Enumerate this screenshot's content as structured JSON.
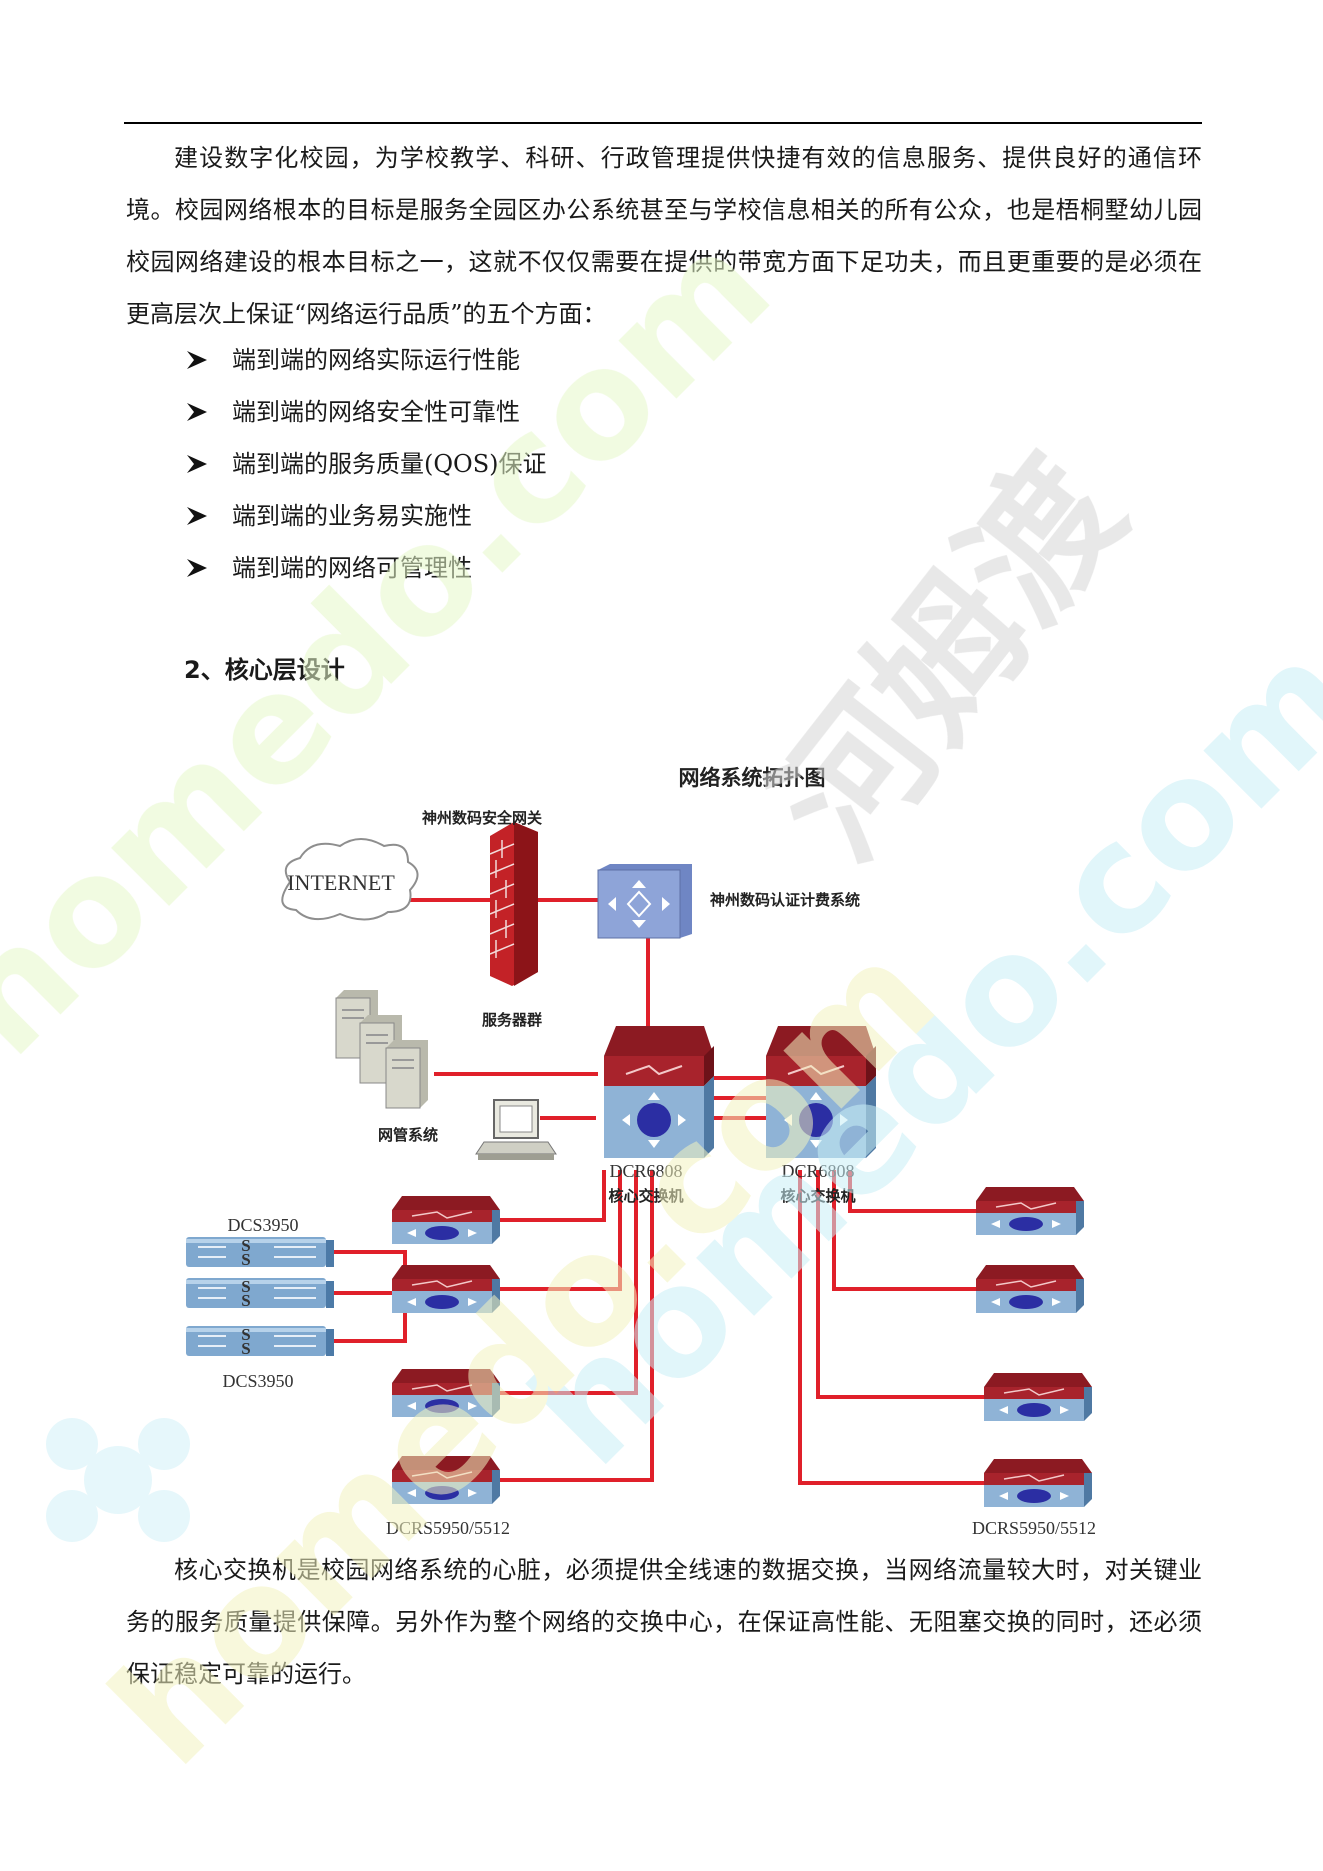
{
  "paragraphs": [
    "建设数字化校园，为学校教学、科研、行政管理提供快捷有效的信息服务、提供良好的通信环境。校园网络根本的目标是服务全园区办公系统甚至与学校信息相关的所有公众，也是梧桐墅幼儿园校园网络建设的根本目标之一，这就不仅仅需要在提供的带宽方面下足功夫，而且更重要的是必须在更高层次上保证“网络运行品质”的五个方面：",
    "核心交换机是校园网络系统的心脏，必须提供全线速的数据交换，当网络流量较大时，对关键业务的服务质量提供保障。另外作为整个网络的交换中心，在保证高性能、无阻塞交换的同时，还必须保证稳定可靠的运行。"
  ],
  "bullets": [
    "端到端的网络实际运行性能",
    "端到端的网络安全性可靠性",
    "端到端的服务质量(QOS)保证",
    "端到端的业务易实施性",
    "端到端的网络可管理性"
  ],
  "section_heading": "2、核心层设计",
  "diagram": {
    "title": "网络系统拓扑图",
    "gateway_label": "神州数码安全网关",
    "internet_label": "INTERNET",
    "auth_label": "神州数码认证计费系统",
    "server_label": "服务器群",
    "nms_label": "网管系统",
    "core_left_model": "DCR6808",
    "core_left_label": "核心交换机",
    "core_right_model": "DCR6808",
    "core_right_label": "核心交换机",
    "dcs_top_label": "DCS3950",
    "dcs_bottom_label": "DCS3950",
    "access_left_label": "DCRS5950/5512",
    "access_right_label": "DCRS5950/5512",
    "stack_letter": "S"
  },
  "watermarks": [
    "河姆渡",
    "homedo.com",
    "homedo.com",
    "homedo.com"
  ],
  "colors": {
    "link_red": "#e0202a",
    "switch_top": "#9b1d24",
    "switch_body": "#5f95c9",
    "watermark_cyan": "#c8eef6",
    "watermark_gray": "#d6d6d6"
  }
}
